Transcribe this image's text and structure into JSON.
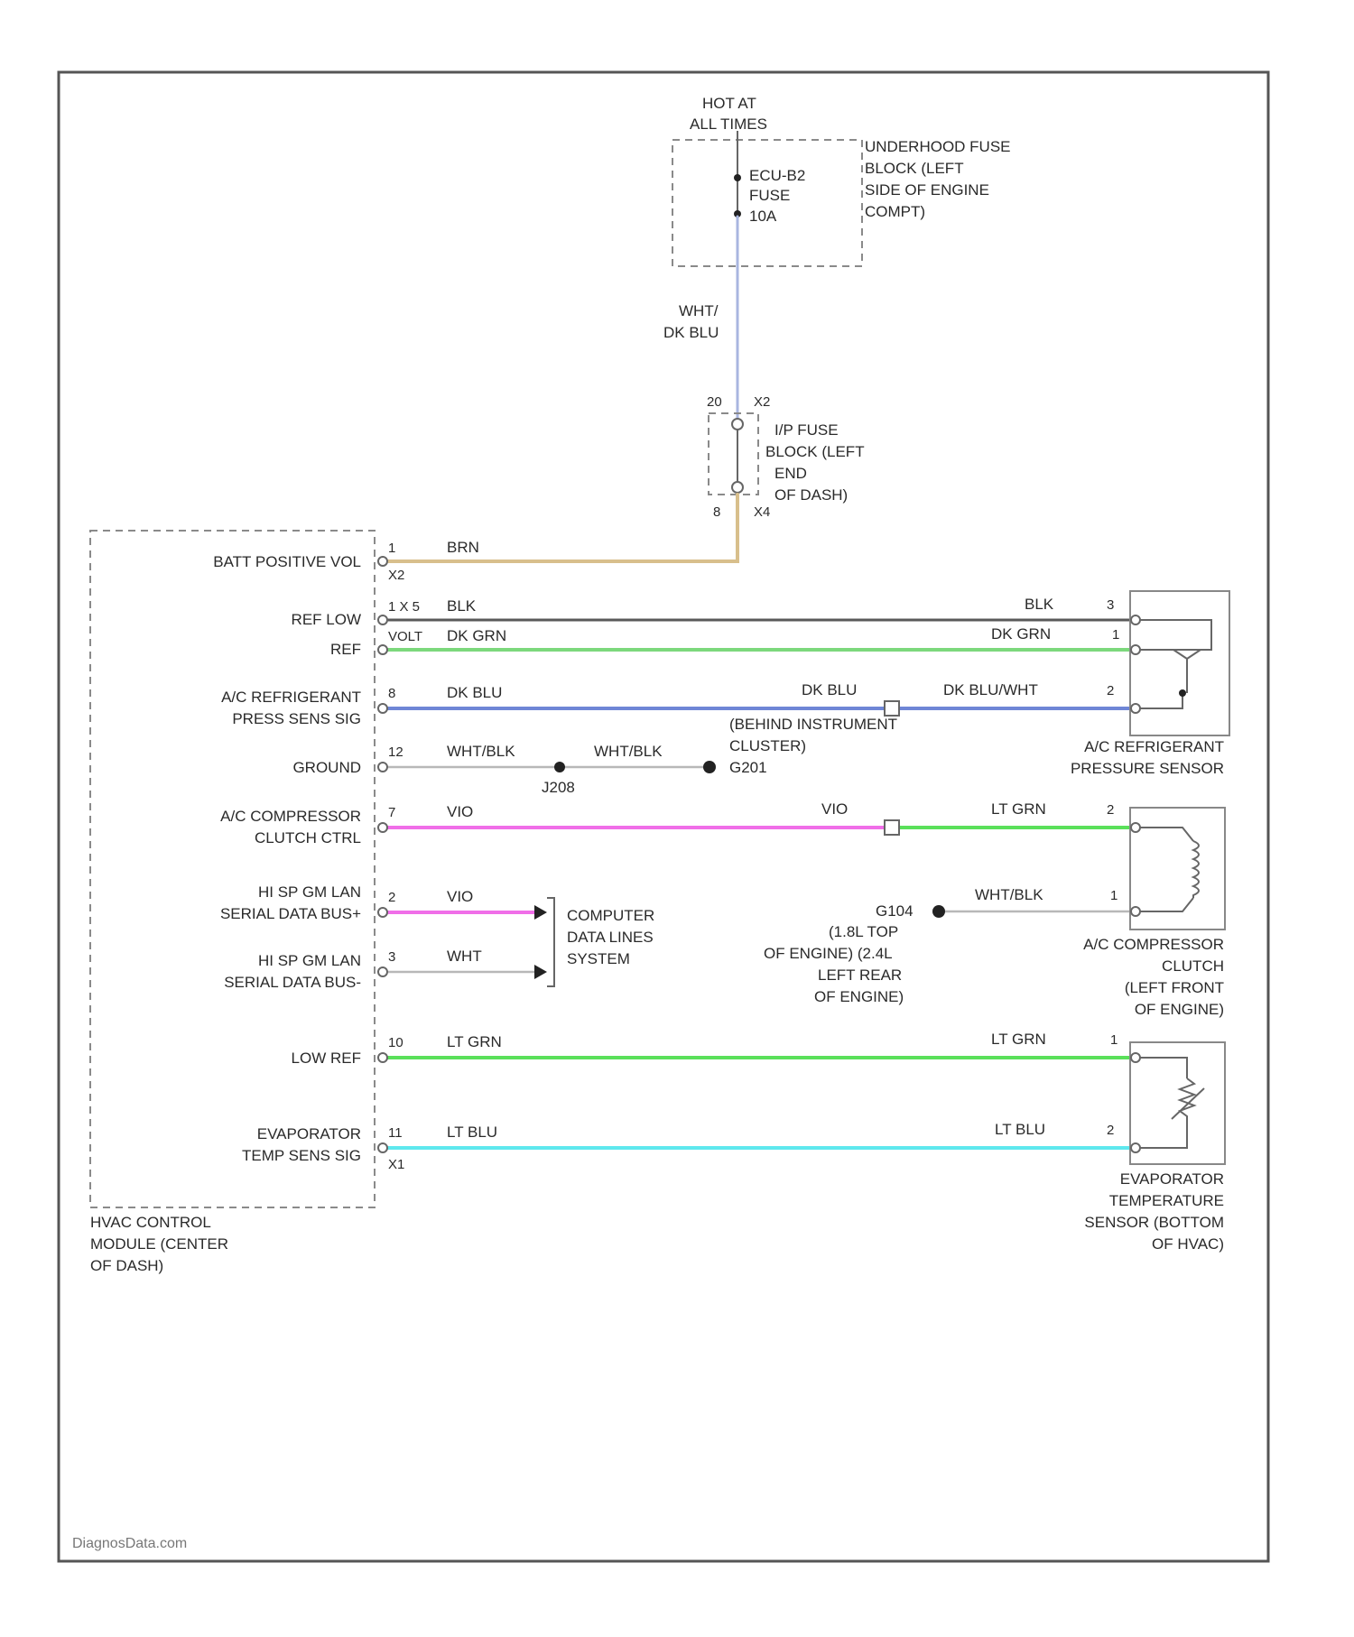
{
  "fuse": {
    "hot_line1": "HOT AT",
    "hot_line2": "ALL TIMES",
    "name_line1": "ECU-B2",
    "name_line2": "FUSE",
    "name_line3": "10A",
    "block_line1": "UNDERHOOD FUSE",
    "block_line2": "BLOCK (LEFT",
    "block_line3": "SIDE OF ENGINE",
    "block_line4": "COMPT)"
  },
  "feed": {
    "color_line1": "WHT/",
    "color_line2": "DK BLU"
  },
  "ip_fuse": {
    "pin_top": "20",
    "conn_top": "X2",
    "pin_bottom": "8",
    "conn_bottom": "X4",
    "label_line1": "I/P FUSE",
    "label_line2": "BLOCK (LEFT",
    "label_line3": "END",
    "label_line4": "OF DASH)"
  },
  "hvac": {
    "label_line1": "HVAC CONTROL",
    "label_line2": "MODULE (CENTER",
    "label_line3": "OF DASH)",
    "conn_x2": "X2",
    "conn_x1": "X1"
  },
  "circuits": {
    "batt": {
      "label": "BATT POSITIVE VOL",
      "pin": "1",
      "color": "BRN"
    },
    "ref_low": {
      "label": "REF LOW",
      "pin": "1 X 5",
      "color": "BLK",
      "far_color": "BLK",
      "far_pin": "3"
    },
    "ref": {
      "label": "REF",
      "pin": "VOLT",
      "color": "DK GRN",
      "far_color": "DK GRN",
      "far_pin": "1"
    },
    "pressure_sig": {
      "label_line1": "A/C REFRIGERANT",
      "label_line2": "PRESS SENS SIG",
      "pin": "8",
      "color": "DK BLU",
      "mid_color": "DK BLU",
      "far_color": "DK BLU/WHT",
      "far_pin": "2"
    },
    "ground": {
      "label": "GROUND",
      "pin": "12",
      "color": "WHT/BLK",
      "far_color": "WHT/BLK"
    },
    "clutch_ctrl": {
      "label_line1": "A/C COMPRESSOR",
      "label_line2": "CLUTCH CTRL",
      "pin": "7",
      "color": "VIO",
      "mid_color": "VIO",
      "far_color": "LT GRN",
      "far_pin": "2"
    },
    "data_high": {
      "label_line1": "HI SP GM LAN",
      "label_line2": "SERIAL DATA BUS+",
      "pin": "2",
      "color": "VIO"
    },
    "data_low": {
      "label_line1": "HI SP GM LAN",
      "label_line2": "SERIAL DATA BUS-",
      "pin": "3",
      "color": "WHT"
    },
    "low_ref": {
      "label": "LOW REF",
      "pin": "10",
      "color": "LT GRN",
      "far_color": "LT GRN",
      "far_pin": "1"
    },
    "evap_sig": {
      "label_line1": "EVAPORATOR",
      "label_line2": "TEMP SENS SIG",
      "pin": "11",
      "color": "LT BLU",
      "far_color": "LT BLU",
      "far_pin": "2"
    }
  },
  "splice": {
    "j208": "J208",
    "g201": "G201",
    "cluster_line1": "(BEHIND INSTRUMENT",
    "cluster_line2": "CLUSTER)"
  },
  "data_lines": {
    "line1": "COMPUTER",
    "line2": "DATA LINES",
    "line3": "SYSTEM"
  },
  "clutch_ground": {
    "id": "G104",
    "color": "WHT/BLK",
    "pin": "1",
    "loc_line1": "(1.8L TOP",
    "loc_line2": "OF ENGINE) (2.4L",
    "loc_line3": "LEFT REAR",
    "loc_line4": "OF ENGINE)"
  },
  "components": {
    "pressure_sensor_line1": "A/C REFRIGERANT",
    "pressure_sensor_line2": "PRESSURE SENSOR",
    "clutch_line1": "A/C COMPRESSOR",
    "clutch_line2": "CLUTCH",
    "clutch_line3": "(LEFT FRONT",
    "clutch_line4": "OF ENGINE)",
    "evap_line1": "EVAPORATOR",
    "evap_line2": "TEMPERATURE",
    "evap_line3": "SENSOR (BOTTOM",
    "evap_line4": "OF HVAC)"
  },
  "watermark": "DiagnosData.com",
  "colors": {
    "brn": "#d8bf8c",
    "blk": "#5a5a5a",
    "dk_grn": "#7cd87c",
    "dk_blu": "#6f86d6",
    "wht": "#b8b8b8",
    "vio": "#f06ee8",
    "lt_grn": "#5ae05a",
    "lt_blu": "#5ee8ee",
    "feed": "#a9b6e0"
  }
}
